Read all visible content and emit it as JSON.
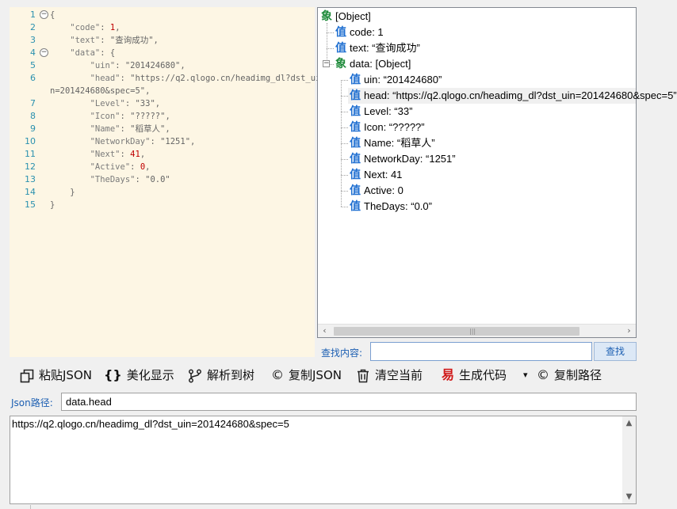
{
  "editor": {
    "lines": [
      {
        "n": "1",
        "fold": "−",
        "parts": [
          [
            "p",
            "{"
          ]
        ]
      },
      {
        "n": "2",
        "fold": "",
        "parts": [
          [
            "k",
            "    \"code\""
          ],
          [
            "p",
            ": "
          ],
          [
            "n",
            "1"
          ],
          [
            "p",
            ","
          ]
        ]
      },
      {
        "n": "3",
        "fold": "",
        "parts": [
          [
            "k",
            "    \"text\""
          ],
          [
            "p",
            ": "
          ],
          [
            "s",
            "\"查询成功\""
          ],
          [
            "p",
            ","
          ]
        ]
      },
      {
        "n": "4",
        "fold": "−",
        "parts": [
          [
            "k",
            "    \"data\""
          ],
          [
            "p",
            ": {"
          ]
        ]
      },
      {
        "n": "5",
        "fold": "",
        "parts": [
          [
            "k",
            "        \"uin\""
          ],
          [
            "p",
            ": "
          ],
          [
            "s",
            "\"201424680\""
          ],
          [
            "p",
            ","
          ]
        ]
      },
      {
        "n": "6",
        "fold": "",
        "parts": [
          [
            "k",
            "        \"head\""
          ],
          [
            "p",
            ": "
          ],
          [
            "s",
            "\"https://q2.qlogo.cn/headimg_dl?dst_ui"
          ]
        ]
      },
      {
        "n": "",
        "fold": "",
        "wrap": true,
        "parts": [
          [
            "s",
            "n=201424680&spec=5\""
          ],
          [
            "p",
            ","
          ]
        ]
      },
      {
        "n": "7",
        "fold": "",
        "parts": [
          [
            "k",
            "        \"Level\""
          ],
          [
            "p",
            ": "
          ],
          [
            "s",
            "\"33\""
          ],
          [
            "p",
            ","
          ]
        ]
      },
      {
        "n": "8",
        "fold": "",
        "parts": [
          [
            "k",
            "        \"Icon\""
          ],
          [
            "p",
            ": "
          ],
          [
            "s",
            "\"?????\""
          ],
          [
            "p",
            ","
          ]
        ]
      },
      {
        "n": "9",
        "fold": "",
        "parts": [
          [
            "k",
            "        \"Name\""
          ],
          [
            "p",
            ": "
          ],
          [
            "s",
            "\"稻草人\""
          ],
          [
            "p",
            ","
          ]
        ]
      },
      {
        "n": "10",
        "fold": "",
        "parts": [
          [
            "k",
            "        \"NetworkDay\""
          ],
          [
            "p",
            ": "
          ],
          [
            "s",
            "\"1251\""
          ],
          [
            "p",
            ","
          ]
        ]
      },
      {
        "n": "11",
        "fold": "",
        "parts": [
          [
            "k",
            "        \"Next\""
          ],
          [
            "p",
            ": "
          ],
          [
            "n",
            "41"
          ],
          [
            "p",
            ","
          ]
        ]
      },
      {
        "n": "12",
        "fold": "",
        "parts": [
          [
            "k",
            "        \"Active\""
          ],
          [
            "p",
            ": "
          ],
          [
            "n",
            "0"
          ],
          [
            "p",
            ","
          ]
        ]
      },
      {
        "n": "13",
        "fold": "",
        "parts": [
          [
            "k",
            "        \"TheDays\""
          ],
          [
            "p",
            ": "
          ],
          [
            "s",
            "\"0.0\""
          ]
        ]
      },
      {
        "n": "14",
        "fold": "",
        "parts": [
          [
            "p",
            "    }"
          ]
        ]
      },
      {
        "n": "15",
        "fold": "",
        "parts": [
          [
            "p",
            "}"
          ]
        ]
      }
    ]
  },
  "tree": {
    "object_icon": "象",
    "value_icon": "值",
    "expander_minus": "−",
    "nodes": [
      {
        "label": "[Object]",
        "type": "obj",
        "level": 0
      },
      {
        "label": "code: 1",
        "type": "val",
        "level": 1
      },
      {
        "label": "text: “查询成功”",
        "type": "val",
        "level": 1
      },
      {
        "label": "data: [Object]",
        "type": "obj",
        "level": 1
      },
      {
        "label": "uin: “201424680”",
        "type": "val",
        "level": 2
      },
      {
        "label": "head: “https://q2.qlogo.cn/headimg_dl?dst_uin=201424680&spec=5”",
        "type": "val",
        "level": 2,
        "selected": true
      },
      {
        "label": "Level: “33”",
        "type": "val",
        "level": 2
      },
      {
        "label": "Icon: “?????”",
        "type": "val",
        "level": 2
      },
      {
        "label": "Name: “稻草人”",
        "type": "val",
        "level": 2
      },
      {
        "label": "NetworkDay: “1251”",
        "type": "val",
        "level": 2
      },
      {
        "label": "Next: 41",
        "type": "val",
        "level": 2
      },
      {
        "label": "Active: 0",
        "type": "val",
        "level": 2
      },
      {
        "label": "TheDays: “0.0”",
        "type": "val",
        "level": 2
      }
    ],
    "scroll_left": "‹",
    "scroll_right": "›",
    "scroll_grip": "|||"
  },
  "search": {
    "label": "查找内容:",
    "value": "",
    "button": "查找"
  },
  "toolbar": {
    "paste_json": "粘贴JSON",
    "beautify_icon": "{}",
    "beautify": "美化显示",
    "parse_tree": "解析到树",
    "copyright_icon": "©",
    "copy_json": "复制JSON",
    "clear_current": "清空当前",
    "gen_code_icon": "易",
    "gen_code": "生成代码",
    "dropdown_icon": "▾",
    "copy_path": "复制路径"
  },
  "path": {
    "label": "Json路径:",
    "value": "data.head"
  },
  "output": {
    "text": "https://q2.qlogo.cn/headimg_dl?dst_uin=201424680&spec=5",
    "scroll_up": "▲",
    "scroll_down": "▼"
  },
  "colors": {
    "editor_bg": "#fdf6e4",
    "accent_blue": "#1c5fb2",
    "tree_object_icon": "#1e8a3a",
    "tree_value_icon": "#1f6fd1",
    "gen_code_red": "#d01818"
  }
}
